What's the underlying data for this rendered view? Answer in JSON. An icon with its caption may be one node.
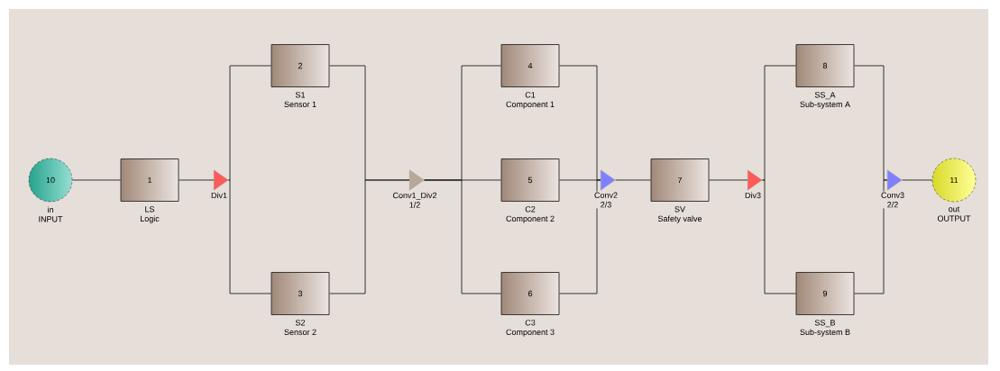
{
  "diagram": {
    "nodes": [
      {
        "text": [
          "10"
        ],
        "beside": [
          "in",
          "INPUT"
        ]
      },
      {
        "text": [
          "1"
        ],
        "beside": [
          "LS",
          "Logic"
        ]
      },
      {
        "text": [],
        "shape": "triangle",
        "beside": [
          "Div1"
        ]
      },
      {
        "text": [
          "2"
        ],
        "beside": [
          "S1",
          "Sensor 1"
        ]
      },
      {
        "text": [
          "3"
        ],
        "beside": [
          "S2",
          "Sensor 2"
        ]
      },
      {
        "text": [],
        "shape": "triangle",
        "beside": [
          "Conv1_Div2",
          "1/2"
        ]
      },
      {
        "text": [
          "4"
        ],
        "beside": [
          "C1",
          "Component 1"
        ]
      },
      {
        "text": [
          "5"
        ],
        "beside": [
          "C2",
          "Component 2"
        ]
      },
      {
        "text": [
          "6"
        ],
        "beside": [
          "C3",
          "Component 3"
        ]
      },
      {
        "text": [],
        "shape": "triangle",
        "beside": [
          "Conv2",
          "2/3"
        ]
      },
      {
        "text": [
          "7"
        ],
        "beside": [
          "SV",
          "Safety valve"
        ]
      },
      {
        "text": [],
        "shape": "triangle",
        "beside": [
          "Div3"
        ]
      },
      {
        "text": [
          "8"
        ],
        "beside": [
          "SS_A",
          "Sub-system A"
        ]
      },
      {
        "text": [
          "9"
        ],
        "beside": [
          "SS_B",
          "Sub-system B"
        ]
      },
      {
        "text": [],
        "shape": "triangle",
        "beside": [
          "Conv3",
          "2/2"
        ]
      },
      {
        "text": [
          "11"
        ],
        "beside": [
          "out",
          "OUTPUT"
        ]
      }
    ],
    "edges": [
      {
        "from": 0,
        "to": 1,
        "arrow": "none"
      },
      {
        "from": 1,
        "to": 2,
        "arrow": "none"
      },
      {
        "from": 2,
        "to": 3,
        "arrow": "none"
      },
      {
        "from": 2,
        "to": 4,
        "arrow": "none"
      },
      {
        "from": 3,
        "to": 5,
        "arrow": "none"
      },
      {
        "from": 4,
        "to": 5,
        "arrow": "none"
      },
      {
        "from": 5,
        "to": 6,
        "arrow": "none"
      },
      {
        "from": 5,
        "to": 7,
        "arrow": "none"
      },
      {
        "from": 5,
        "to": 8,
        "arrow": "none"
      },
      {
        "from": 6,
        "to": 9,
        "arrow": "none"
      },
      {
        "from": 7,
        "to": 9,
        "arrow": "none"
      },
      {
        "from": 8,
        "to": 9,
        "arrow": "none"
      },
      {
        "from": 9,
        "to": 10,
        "arrow": "none"
      },
      {
        "from": 10,
        "to": 11,
        "arrow": "none"
      },
      {
        "from": 11,
        "to": 12,
        "arrow": "none"
      },
      {
        "from": 11,
        "to": 13,
        "arrow": "none"
      },
      {
        "from": 12,
        "to": 14,
        "arrow": "none"
      },
      {
        "from": 13,
        "to": 14,
        "arrow": "none"
      },
      {
        "from": 14,
        "to": 15,
        "arrow": "none"
      }
    ]
  }
}
